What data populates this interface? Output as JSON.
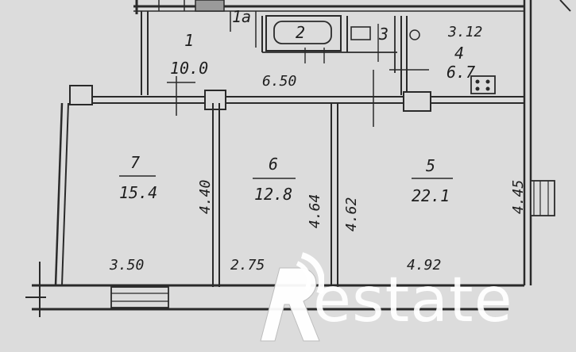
{
  "rooms": [
    {
      "number": "1",
      "area": "10.0"
    },
    {
      "number": "2",
      "area": ""
    },
    {
      "number": "3",
      "area": ""
    },
    {
      "number": "4",
      "area": "6.7"
    },
    {
      "number": "5",
      "area": "22.1"
    },
    {
      "number": "6",
      "area": "12.8"
    },
    {
      "number": "7",
      "area": "15.4"
    },
    {
      "number": "1a",
      "area": ""
    }
  ],
  "dimensions": {
    "hall_length": "6.50",
    "kitchen_width": "3.12",
    "room7_height": "4.40",
    "room6_height": "4.64",
    "room5_left_height": "4.62",
    "room5_right_height": "4.45",
    "room7_width": "3.50",
    "room6_width": "2.75",
    "room5_width": "4.92"
  },
  "watermark": {
    "text": "estate",
    "logo_letter": "R"
  },
  "colors": {
    "paper": "#dcdcdc",
    "ink": "#1e1e1e",
    "watermark": "#ffffff"
  }
}
